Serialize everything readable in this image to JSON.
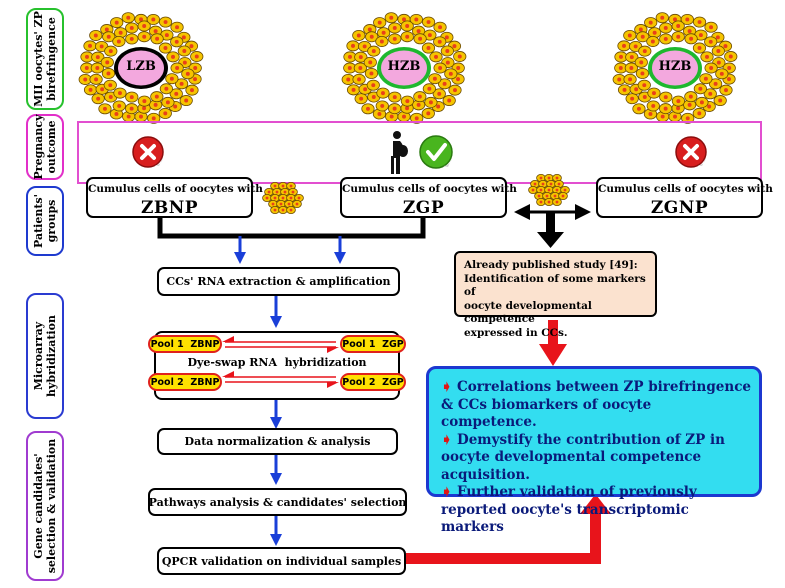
{
  "side_labels": {
    "zp": "MII oocytes' ZP\nbirefringence",
    "pregnancy": "Pregnancy\noutcome",
    "groups": "Patients'\ngroups",
    "microarray": "Microarray\nhybridization",
    "gene": "Gene candidates'\nselection & validation"
  },
  "oocytes": [
    {
      "label": "LZB",
      "zona_color": "#000000",
      "core_color": "#f3a8de"
    },
    {
      "label": "HZB",
      "zona_color": "#1eb82e",
      "core_color": "#f3a8de"
    },
    {
      "label": "HZB",
      "zona_color": "#1eb82e",
      "core_color": "#f3a8de"
    }
  ],
  "outcome_icons": [
    "failure-icon",
    "pregnant-woman-icon",
    "success-icon",
    "failure-icon"
  ],
  "groups": [
    {
      "subtitle": "Cumulus cells of oocytes with",
      "name": "ZBNP"
    },
    {
      "subtitle": "Cumulus cells of oocytes with",
      "name": "ZGP"
    },
    {
      "subtitle": "Cumulus cells of oocytes with",
      "name": "ZGNP"
    }
  ],
  "steps": {
    "rna": "CCs' RNA extraction & amplification",
    "hybrid": "Dye-swap RNA  hybridization",
    "norm": "Data normalization & analysis",
    "pathways": "Pathways analysis & candidates' selection",
    "qpcr": "QPCR validation on individual samples"
  },
  "pools": {
    "p1_left": "Pool 1  ZBNP",
    "p1_right": "Pool 1  ZGP",
    "p2_left": "Pool 2  ZBNP",
    "p2_right": "Pool 2  ZGP"
  },
  "published": {
    "line1": "Already published study [49]:",
    "line2": "Identification of some markers of",
    "line3": "oocyte developmental competence",
    "line4": "expressed in CCs."
  },
  "conclusions": [
    "Correlations between ZP birefringence & CCs biomarkers of oocyte competence.",
    "Demystify the contribution of ZP in oocyte developmental competence acquisition.",
    " Further validation of previously reported oocyte's transcriptomic markers"
  ],
  "colors": {
    "zp_frame": "#27c12d",
    "pregnancy_frame": "#e22fc9",
    "groups_frame": "#1e3acf",
    "microarray_frame": "#2a3bd1",
    "gene_frame": "#a03bd0",
    "outcome_frame": "#e24fd0",
    "blue_arrow": "#1a3fd8",
    "red_arrow": "#e8141b",
    "cell_fill": "#f5c400",
    "nucleus": "#e8401a"
  }
}
